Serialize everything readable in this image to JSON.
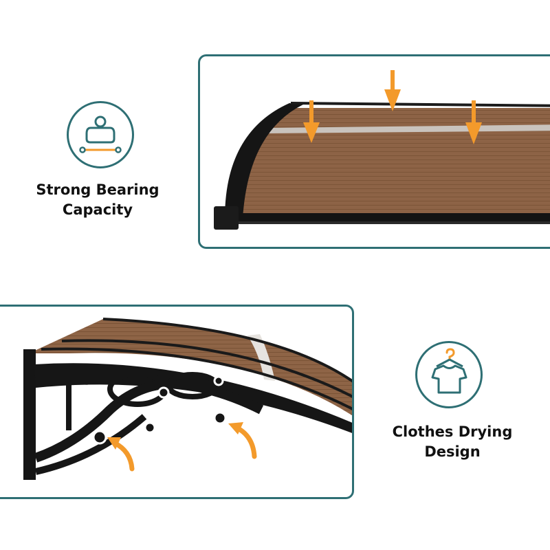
{
  "features": [
    {
      "line1": "Strong Bearing",
      "line2": "Capacity",
      "icon": "weight-icon"
    },
    {
      "line1": "Clothes Drying",
      "line2": "Design",
      "icon": "hanger-shirt-icon"
    }
  ],
  "colors": {
    "teal": "#2e6f74",
    "orange": "#f39a2b",
    "panel_brown": "#8b6244",
    "frame_black": "#141414"
  }
}
